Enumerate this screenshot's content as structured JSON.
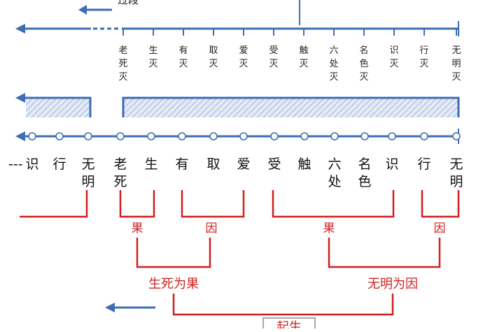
{
  "top_label": "过段",
  "top_links": [
    [
      "老",
      "死",
      "灭"
    ],
    [
      "生",
      "灭"
    ],
    [
      "有",
      "灭"
    ],
    [
      "取",
      "灭"
    ],
    [
      "爱",
      "灭"
    ],
    [
      "受",
      "灭"
    ],
    [
      "触",
      "灭"
    ],
    [
      "六",
      "处",
      "灭"
    ],
    [
      "名",
      "色",
      "灭"
    ],
    [
      "识",
      "灭"
    ],
    [
      "行",
      "灭"
    ],
    [
      "无",
      "明",
      "灭"
    ]
  ],
  "bottom_dots": "---",
  "bottom_links": [
    [
      "识"
    ],
    [
      "行"
    ],
    [
      "无",
      "明"
    ],
    [
      "老",
      "死"
    ],
    [
      "生"
    ],
    [
      "有"
    ],
    [
      "取"
    ],
    [
      "爱"
    ],
    [
      "受"
    ],
    [
      "触"
    ],
    [
      "六",
      "处"
    ],
    [
      "名",
      "色"
    ],
    [
      "识"
    ],
    [
      "行"
    ],
    [
      "无",
      "明"
    ]
  ],
  "labels": {
    "guo1": "果",
    "yin1": "因",
    "guo2": "果",
    "yin2": "因",
    "shengsi_weiguo": "生死为果",
    "wuming_weiyin": "无明为因",
    "bottom_box": "起生"
  },
  "colors": {
    "blue": "#3d6db5",
    "red": "#d01f1f",
    "hatch": "#c7d4ea"
  }
}
